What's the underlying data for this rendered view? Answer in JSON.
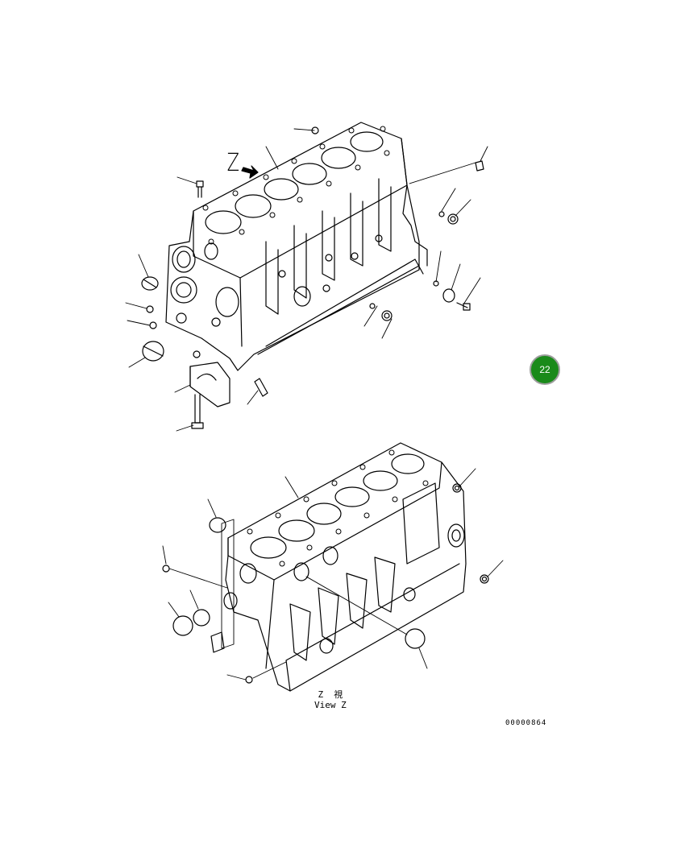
{
  "diagram": {
    "view_marker": "Z",
    "view_label_line1": "Z  視",
    "view_label_line2": "View Z",
    "drawing_number": "00000864"
  },
  "badge": {
    "number": "22",
    "color": "#1a8a1a"
  },
  "colors": {
    "line": "#000000",
    "background": "#ffffff"
  }
}
